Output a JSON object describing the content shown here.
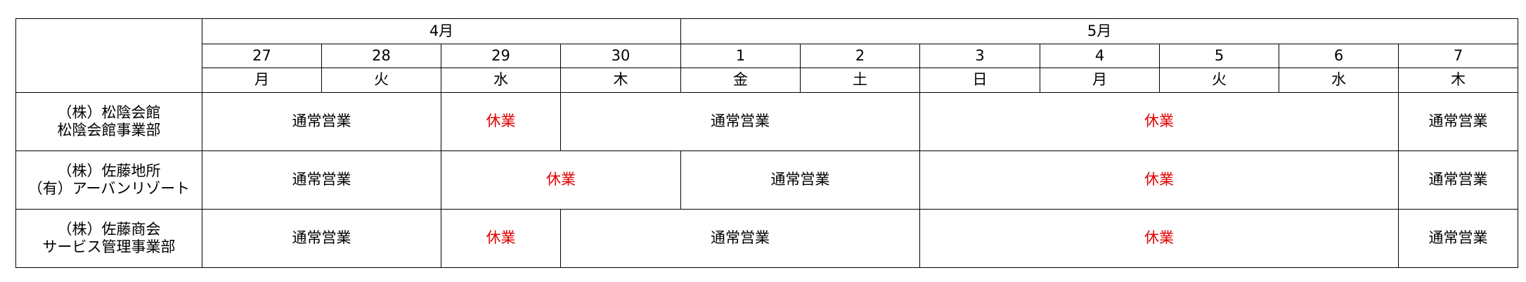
{
  "months": [
    "4月",
    "5月"
  ],
  "dates": [
    "27",
    "28",
    "29",
    "30",
    "1",
    "2",
    "3",
    "4",
    "5",
    "6",
    "7"
  ],
  "weekdays": [
    "月",
    "火",
    "水",
    "木",
    "金",
    "土",
    "日",
    "月",
    "火",
    "水",
    "木"
  ],
  "status_labels": {
    "open": "通常営業",
    "closed": "休業"
  },
  "colors": {
    "closed_text": "#e10000",
    "grid": "#000000"
  },
  "companies": [
    {
      "line1": "（株）松陰会館",
      "line2": "松陰会館事業部"
    },
    {
      "line1": "（株）佐藤地所",
      "line2": "（有）アーバンリゾート"
    },
    {
      "line1": "（株）佐藤商会",
      "line2": "サービス管理事業部"
    }
  ],
  "schedule": [
    [
      {
        "span": 2,
        "status": "open"
      },
      {
        "span": 1,
        "status": "closed"
      },
      {
        "span": 3,
        "status": "open"
      },
      {
        "span": 4,
        "status": "closed"
      },
      {
        "span": 1,
        "status": "open"
      }
    ],
    [
      {
        "span": 2,
        "status": "open"
      },
      {
        "span": 2,
        "status": "closed"
      },
      {
        "span": 2,
        "status": "open"
      },
      {
        "span": 4,
        "status": "closed"
      },
      {
        "span": 1,
        "status": "open"
      }
    ],
    [
      {
        "span": 2,
        "status": "open"
      },
      {
        "span": 1,
        "status": "closed"
      },
      {
        "span": 3,
        "status": "open"
      },
      {
        "span": 4,
        "status": "closed"
      },
      {
        "span": 1,
        "status": "open"
      }
    ]
  ]
}
